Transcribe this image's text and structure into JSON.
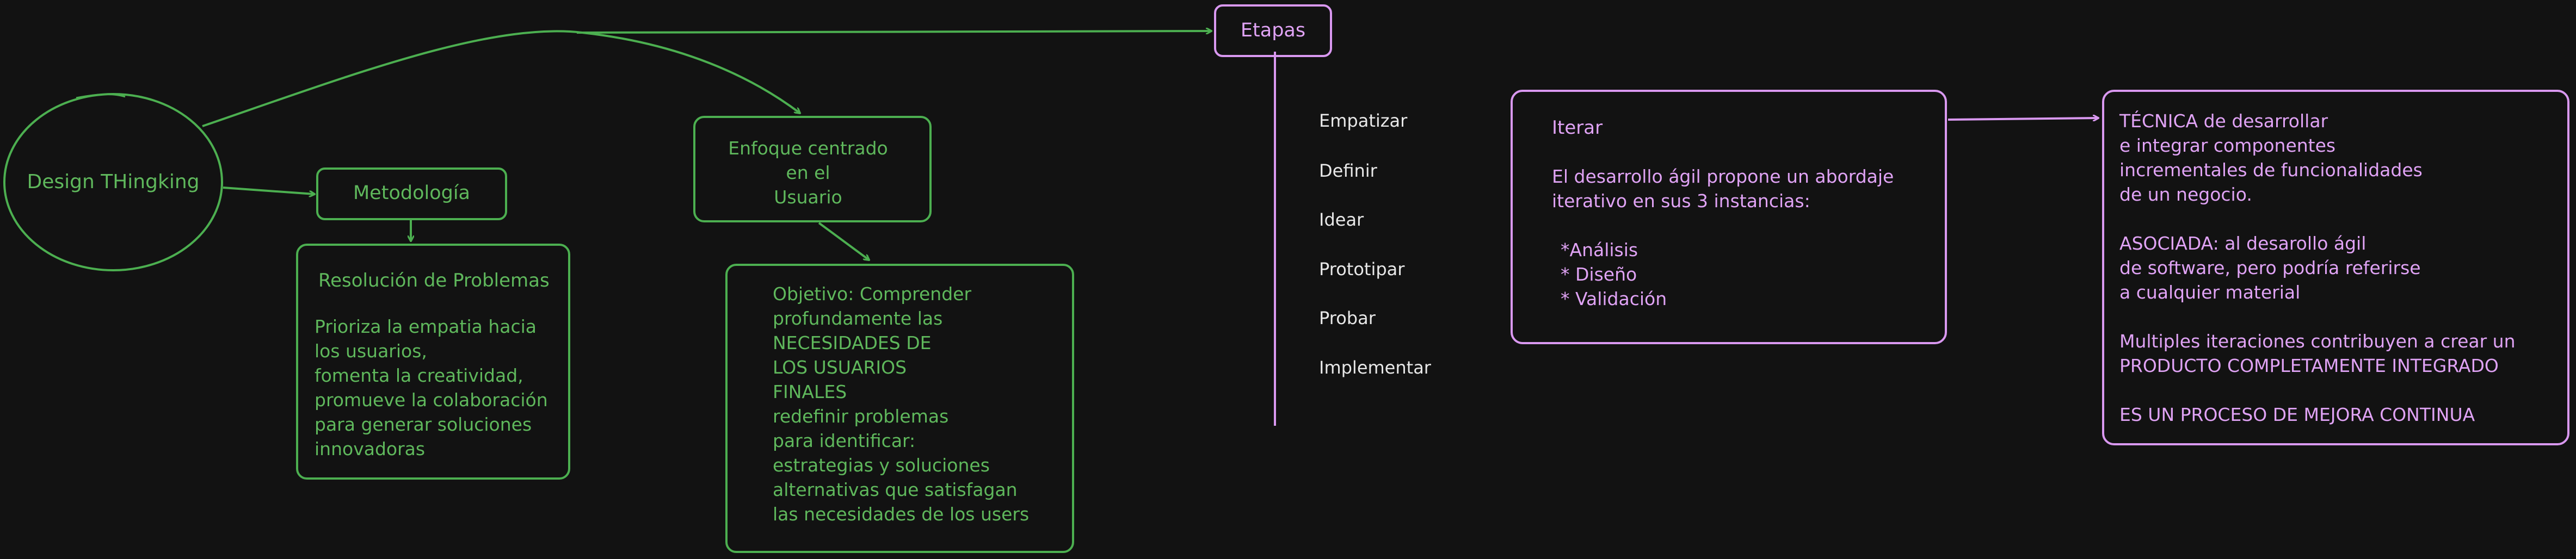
{
  "colors": {
    "background": "#121212",
    "green": "#4caf50",
    "green_text": "#5fb85c",
    "pink": "#d998f0",
    "pink_text": "#e0a3f5",
    "white_text": "#e8e8e8"
  },
  "nodes": {
    "design_thinking": "Design THingking",
    "metodologia": "Metodología",
    "resolucion_title": "Resolución de Problemas",
    "resolucion_body": "Prioriza la empatia hacia\nlos usuarios,\nfomenta la creatividad,\npromueve la colaboración\npara generar soluciones\ninnovadoras",
    "enfoque": "Enfoque centrado\nen el\nUsuario",
    "objetivo": "Objetivo: Comprender\nprofundamente las\nNECESIDADES DE\nLOS USUARIOS\nFINALES\nredefinir problemas\npara identificar:\nestrategias y soluciones\nalternativas que satisfagan\nlas necesidades de los users",
    "etapas": "Etapas",
    "stages": [
      "Empatizar",
      "Definir",
      "Idear",
      "Prototipar",
      "Probar",
      "Implementar"
    ],
    "iterar_title": "Iterar",
    "iterar_body": "El desarrollo ágil propone un abordaje\niterativo en sus 3 instancias:",
    "iterar_list": "*Análisis\n* Diseño\n* Validación",
    "tecnica": "TÉCNICA de desarrollar\ne integrar componentes\nincrementales de funcionalidades\nde un negocio.\n\nASOCIADA: al desarollo ágil\nde software, pero podría referirse\na cualquier material\n\nMultiples iteraciones contribuyen a crear un\nPRODUCTO COMPLETAMENTE INTEGRADO\n\nES UN PROCESO DE MEJORA CONTINUA"
  }
}
